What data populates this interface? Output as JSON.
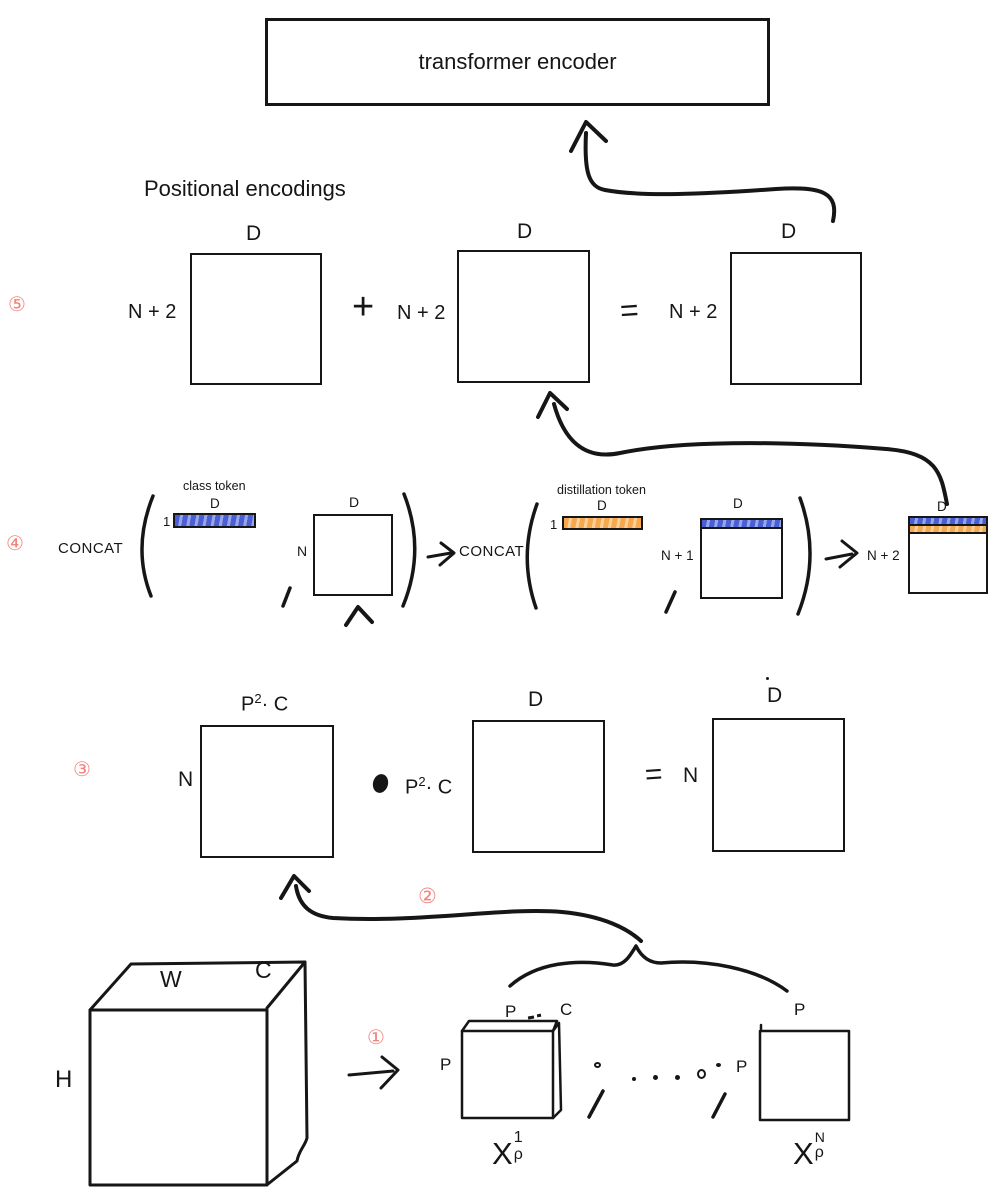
{
  "colors": {
    "ink": "#161616",
    "marker": "#f2837e",
    "token_blue": "#4a5fd4",
    "token_blue_light": "#98a5ea",
    "token_orange": "#f5a84e",
    "token_orange_light": "#fbd099"
  },
  "encoder": {
    "label": "transformer encoder"
  },
  "positional": {
    "label": "Positional encodings"
  },
  "markers": {
    "step1": "①",
    "step2": "②",
    "step3": "③",
    "step4": "④",
    "step5": "⑤"
  },
  "row5": {
    "cols_a": "D",
    "cols_b": "D",
    "cols_c": "D",
    "rows_a": "N + 2",
    "rows_b": "N + 2",
    "rows_c": "N + 2",
    "plus": "+",
    "equals": "="
  },
  "row4": {
    "concat_a": "CONCAT",
    "class_token": {
      "label": "class token",
      "rows": "1",
      "cols": "D"
    },
    "patch_matrix": {
      "rows": "N",
      "cols": "D"
    },
    "concat_b": "CONCAT",
    "distill_token": {
      "label": "distillation token",
      "rows": "1",
      "cols": "D"
    },
    "concat_matrix": {
      "rows": "N + 1",
      "cols": "D"
    },
    "result_matrix": {
      "rows": "N + 2",
      "cols": "D"
    }
  },
  "row3": {
    "patches_matrix": {
      "rows": "N",
      "cols_base": "P",
      "cols_exp": "2",
      "cols_rest": "· C"
    },
    "projection_matrix": {
      "rows_base": "P",
      "rows_exp": "2",
      "rows_rest": "· C",
      "cols": "D"
    },
    "equals": "=",
    "embed_matrix": {
      "rows": "N",
      "cols": "D"
    }
  },
  "image": {
    "width_label": "W",
    "channel_label": "C",
    "height_label": "H"
  },
  "patches": {
    "patch1": {
      "top": "P",
      "channel": "C",
      "left": "P",
      "name_base": "X",
      "name_sup": "1",
      "name_sub": "ρ"
    },
    "patchn": {
      "top": "P",
      "left": "P",
      "name_base": "X",
      "name_sup": "N",
      "name_sub": "ρ"
    }
  }
}
